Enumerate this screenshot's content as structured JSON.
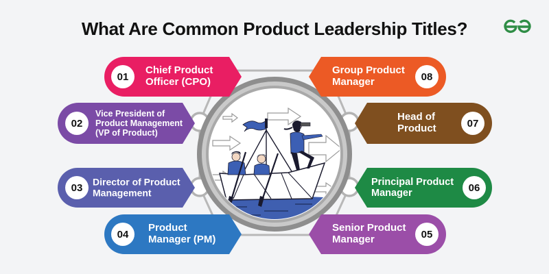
{
  "header": {
    "title": "What Are Common Product Leadership Titles?",
    "logo": "geeksforgeeks-logo",
    "logo_color": "#2f8d46"
  },
  "center": {
    "illustration": "paper-boat-team-leader-with-telescope",
    "description": "Three people in a paper boat on blue water; two rowing, one standing with telescope pointing forward; flag on mast; arrows pointing right"
  },
  "titles": [
    {
      "number": "01",
      "label": "Chief Product Officer (CPO)",
      "lines": [
        "Chief Product",
        "Officer (CPO)"
      ],
      "color": "#e91e63",
      "side": "left"
    },
    {
      "number": "02",
      "label": "Vice President of Product Management (VP of Product)",
      "lines": [
        "Vice President of",
        "Product Management",
        "(VP of Product)"
      ],
      "color": "#7b4ba6",
      "side": "left"
    },
    {
      "number": "03",
      "label": "Director of Product Management",
      "lines": [
        "Director of Product",
        "Management"
      ],
      "color": "#5a5fad",
      "side": "left"
    },
    {
      "number": "04",
      "label": "Product Manager (PM)",
      "lines": [
        "Product",
        "Manager (PM)"
      ],
      "color": "#2d78c2",
      "side": "left"
    },
    {
      "number": "05",
      "label": "Senior Product Manager",
      "lines": [
        "Senior Product",
        "Manager"
      ],
      "color": "#9b4ea8",
      "side": "right"
    },
    {
      "number": "06",
      "label": "Principal Product Manager",
      "lines": [
        "Principal Product",
        "Manager"
      ],
      "color": "#1e8a45",
      "side": "right"
    },
    {
      "number": "07",
      "label": "Head of Product",
      "lines": [
        "Head of",
        "Product"
      ],
      "color": "#7f4f1f",
      "side": "right"
    },
    {
      "number": "08",
      "label": "Group Product Manager",
      "lines": [
        "Group Product",
        "Manager"
      ],
      "color": "#ec5a25",
      "side": "right"
    }
  ],
  "colors": {
    "background": "#f3f4f6",
    "ring_gray": "#9a9a9a",
    "water_blue": "#3f5fb0",
    "figure_blue": "#3c5fb4"
  }
}
